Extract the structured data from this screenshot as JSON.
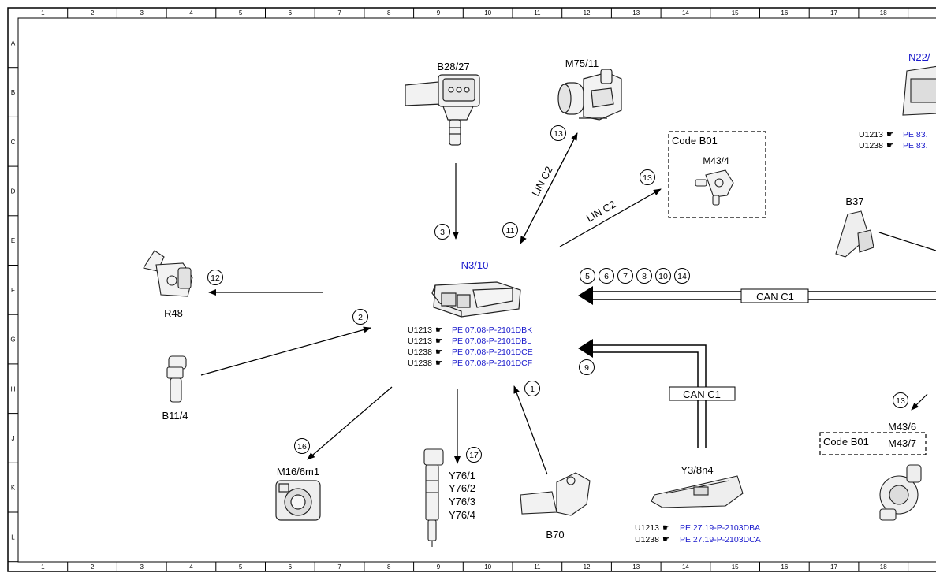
{
  "grid": {
    "columns": [
      "1",
      "2",
      "3",
      "4",
      "5",
      "6",
      "7",
      "8",
      "9",
      "10",
      "11",
      "12",
      "13",
      "14",
      "15",
      "16",
      "17",
      "18"
    ],
    "rows": [
      "A",
      "B",
      "C",
      "D",
      "E",
      "F",
      "G",
      "H",
      "J",
      "K",
      "L"
    ]
  },
  "central_unit": {
    "label": "N3/10",
    "refs": [
      {
        "variant": "U1213",
        "doc": "PE 07.08-P-2101DBK"
      },
      {
        "variant": "U1213",
        "doc": "PE 07.08-P-2101DBL"
      },
      {
        "variant": "U1238",
        "doc": "PE 07.08-P-2101DCE"
      },
      {
        "variant": "U1238",
        "doc": "PE 07.08-P-2101DCF"
      }
    ]
  },
  "components": {
    "b28_27": "B28/27",
    "m75_11": "M75/11",
    "m43_4": "M43/4",
    "code_b01": "Code B01",
    "n22": "N22/",
    "n22_refs": [
      {
        "variant": "U1213",
        "doc": "PE 83."
      },
      {
        "variant": "U1238",
        "doc": "PE 83."
      }
    ],
    "b37": "B37",
    "r48": "R48",
    "b11_4": "B11/4",
    "m16_6m1": "M16/6m1",
    "y76": [
      "Y76/1",
      "Y76/2",
      "Y76/3",
      "Y76/4"
    ],
    "b70": "B70",
    "y3_8n4": "Y3/8n4",
    "y3_8n4_refs": [
      {
        "variant": "U1213",
        "doc": "PE 27.19-P-2103DBA"
      },
      {
        "variant": "U1238",
        "doc": "PE 27.19-P-2103DCA"
      }
    ],
    "m43_6": "M43/6",
    "m43_7": "M43/7",
    "code_b01_2": "Code B01"
  },
  "buses": {
    "lin_c2_a": "LIN C2",
    "lin_c2_b": "LIN C2",
    "can_c1_a": "CAN C1",
    "can_c1_b": "CAN C1"
  },
  "signals": {
    "s1": "1",
    "s2": "2",
    "s3": "3",
    "s5": "5",
    "s6": "6",
    "s7": "7",
    "s8": "8",
    "s9": "9",
    "s10": "10",
    "s11": "11",
    "s12": "12",
    "s13a": "13",
    "s13b": "13",
    "s13c": "13",
    "s14": "14",
    "s16": "16",
    "s17": "17"
  },
  "colors": {
    "link": "#1a1acc",
    "line": "#000000"
  }
}
